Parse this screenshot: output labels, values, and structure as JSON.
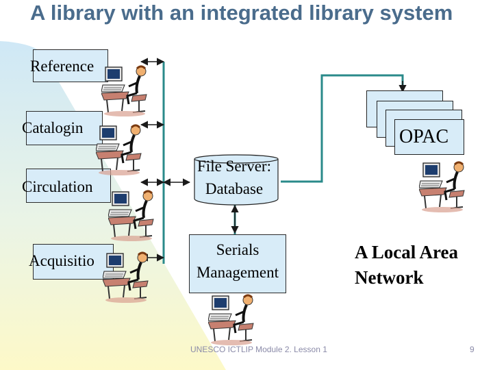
{
  "slide": {
    "title": "A library with an integrated library system",
    "departments": [
      {
        "label": "Reference"
      },
      {
        "label": "Catalogin"
      },
      {
        "label": "Circulation"
      },
      {
        "label": "Acquisitio"
      }
    ],
    "file_server_label": "File Server: Database",
    "serials_label": "Serials Management",
    "opac_label": "OPAC",
    "network_label": "A Local Area Network",
    "footer_text": "UNESCO ICTLIP Module 2. Lesson 1",
    "page_number": "9"
  },
  "colors": {
    "title": "#4a6c8c",
    "box_fill": "#d8ecf8",
    "connector": "#2a8a8a",
    "background_wash": "#fdf9d0"
  },
  "icons": [
    "workstation-icon",
    "arrow-icon"
  ]
}
